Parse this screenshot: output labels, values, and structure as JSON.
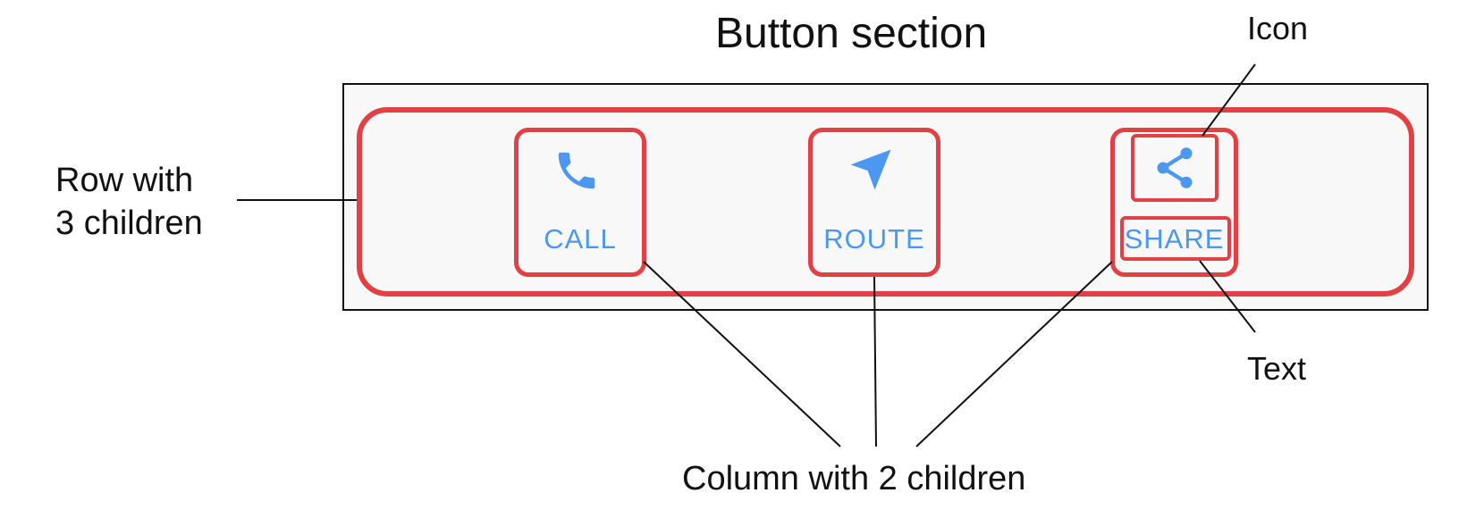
{
  "diagram": {
    "title": "Button section",
    "annotations": {
      "row": "Row with\n3 children",
      "icon": "Icon",
      "text": "Text",
      "column": "Column with 2 children"
    }
  },
  "buttons": [
    {
      "label": "CALL",
      "icon": "phone-icon"
    },
    {
      "label": "ROUTE",
      "icon": "navigation-arrow-icon"
    },
    {
      "label": "SHARE",
      "icon": "share-icon"
    }
  ],
  "colors": {
    "highlight": "#e24044",
    "button_accent": "#4c97f0",
    "section_background": "#f8f8f8",
    "text": "#111111"
  }
}
